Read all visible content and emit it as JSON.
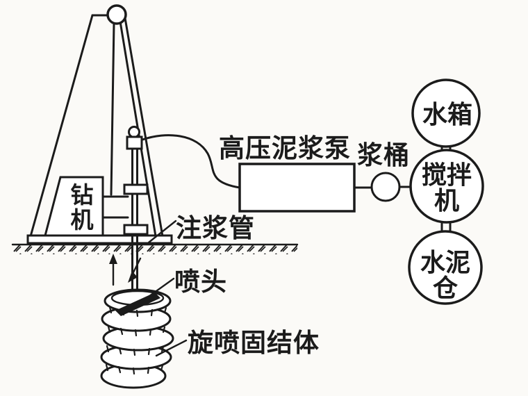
{
  "labels": {
    "pump": "高压泥浆泵",
    "slurry_bucket": "浆桶",
    "water_tank": "水箱",
    "mixer_line1": "搅拌",
    "mixer_line2": "机",
    "cement_silo_line1": "水泥",
    "cement_silo_line2": "仓",
    "drill_rig_char1": "钻",
    "drill_rig_char2": "机",
    "grout_pipe": "注浆管",
    "nozzle": "喷头",
    "jet_column": "旋喷固结体"
  },
  "colors": {
    "line": "#1b1b1b",
    "bg": "#fbfaf7",
    "fill": "#ffffff"
  }
}
